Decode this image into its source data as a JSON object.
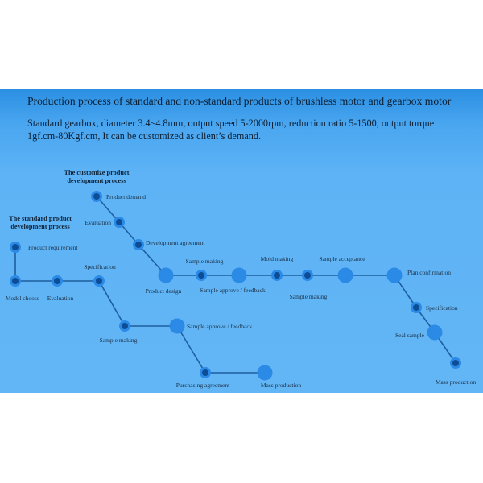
{
  "header": {
    "title": "Production process of standard and non-standard products of brushless motor and gearbox motor",
    "subtitle": "Standard gearbox, diameter 3.4~4.8mm, output speed 5-2000rpm, reduction ratio 5-1500, output torque 1gf.cm-80Kgf.cm, It can be customized as client’s demand."
  },
  "diagram": {
    "custom_heading_1": "The customize product",
    "custom_heading_2": "development process",
    "standard_heading_1": "The standard product",
    "standard_heading_2": "development process",
    "custom_steps": {
      "product_demand": "Product demand",
      "evaluation": "Evaluation",
      "development_agreement": "Development agreement",
      "product_design": "Product design",
      "sample_making": "Sample making",
      "sample_approve": "Sample approve / feedback",
      "mold_making": "Mold making",
      "sample_making_2": "Sample making",
      "sample_acceptance": "Sample acceptance",
      "plan_confirmation": "Plan confirmation",
      "specification": "Specification",
      "seal_sample": "Seal sample",
      "mass_production": "Mass production"
    },
    "standard_steps": {
      "product_requirement": "Product requirement",
      "model_choose": "Model choose",
      "evaluation": "Evaluation",
      "specification": "Specification",
      "sample_making": "Sample making",
      "sample_approve": "Sample approve / feedback",
      "purchasing_agreement": "Purchasing agreement",
      "mass_production": "Mass production"
    }
  }
}
